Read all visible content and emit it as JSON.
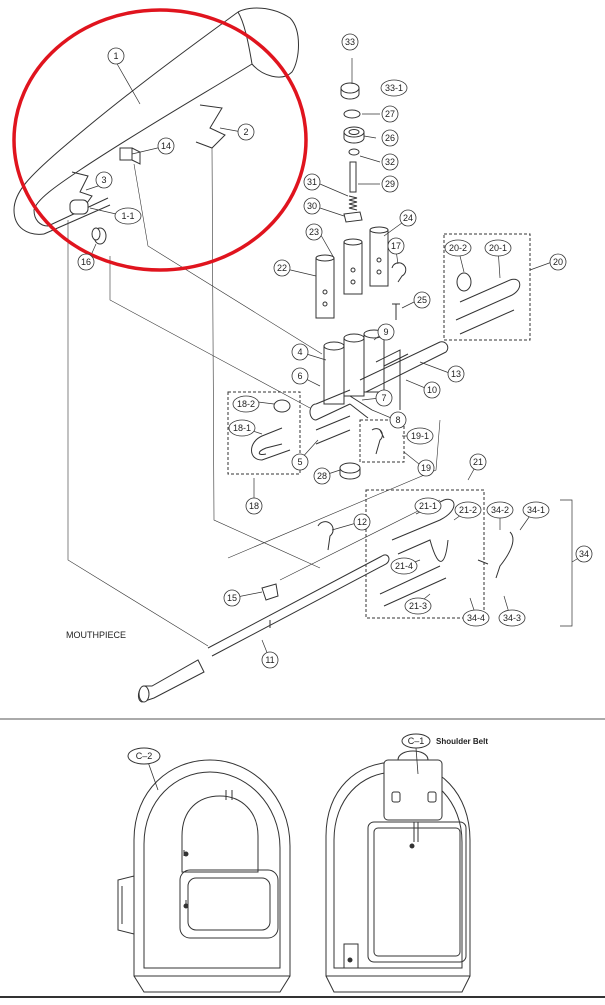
{
  "parts": [
    {
      "id": "p1",
      "label": "1"
    },
    {
      "id": "p2",
      "label": "2"
    },
    {
      "id": "p3",
      "label": "3"
    },
    {
      "id": "p1-1",
      "label": "1-1"
    },
    {
      "id": "p14",
      "label": "14"
    },
    {
      "id": "p16",
      "label": "16"
    },
    {
      "id": "p33",
      "label": "33"
    },
    {
      "id": "p33-1",
      "label": "33-1"
    },
    {
      "id": "p27",
      "label": "27"
    },
    {
      "id": "p26",
      "label": "26"
    },
    {
      "id": "p32",
      "label": "32"
    },
    {
      "id": "p29",
      "label": "29"
    },
    {
      "id": "p31",
      "label": "31"
    },
    {
      "id": "p30",
      "label": "30"
    },
    {
      "id": "p23",
      "label": "23"
    },
    {
      "id": "p24",
      "label": "24"
    },
    {
      "id": "p22",
      "label": "22"
    },
    {
      "id": "p17",
      "label": "17"
    },
    {
      "id": "p25",
      "label": "25"
    },
    {
      "id": "p20-2",
      "label": "20-2"
    },
    {
      "id": "p20-1",
      "label": "20-1"
    },
    {
      "id": "p20",
      "label": "20"
    },
    {
      "id": "p9",
      "label": "9"
    },
    {
      "id": "p4",
      "label": "4"
    },
    {
      "id": "p13",
      "label": "13"
    },
    {
      "id": "p10",
      "label": "10"
    },
    {
      "id": "p6",
      "label": "6"
    },
    {
      "id": "p7",
      "label": "7"
    },
    {
      "id": "p8",
      "label": "8"
    },
    {
      "id": "p18-2",
      "label": "18-2"
    },
    {
      "id": "p18-1",
      "label": "18-1"
    },
    {
      "id": "p19-1",
      "label": "19-1"
    },
    {
      "id": "p5",
      "label": "5"
    },
    {
      "id": "p28",
      "label": "28"
    },
    {
      "id": "p19",
      "label": "19"
    },
    {
      "id": "p18",
      "label": "18"
    },
    {
      "id": "p21",
      "label": "21"
    },
    {
      "id": "p21-1",
      "label": "21-1"
    },
    {
      "id": "p21-2",
      "label": "21-2"
    },
    {
      "id": "p34-2",
      "label": "34-2"
    },
    {
      "id": "p34-1",
      "label": "34-1"
    },
    {
      "id": "p12",
      "label": "12"
    },
    {
      "id": "p34",
      "label": "34"
    },
    {
      "id": "p21-4",
      "label": "21-4"
    },
    {
      "id": "p21-3",
      "label": "21-3"
    },
    {
      "id": "p34-4",
      "label": "34-4"
    },
    {
      "id": "p34-3",
      "label": "34-3"
    },
    {
      "id": "p15",
      "label": "15"
    },
    {
      "id": "p11",
      "label": "11"
    }
  ],
  "mouthpiece_label": "MOUTHPIECE",
  "case": {
    "c2_label": "C–2",
    "c1_label": "C–1",
    "shoulder_belt_label": "Shoulder Belt"
  },
  "highlight_color": "#e0141e",
  "line_color": "#333333"
}
